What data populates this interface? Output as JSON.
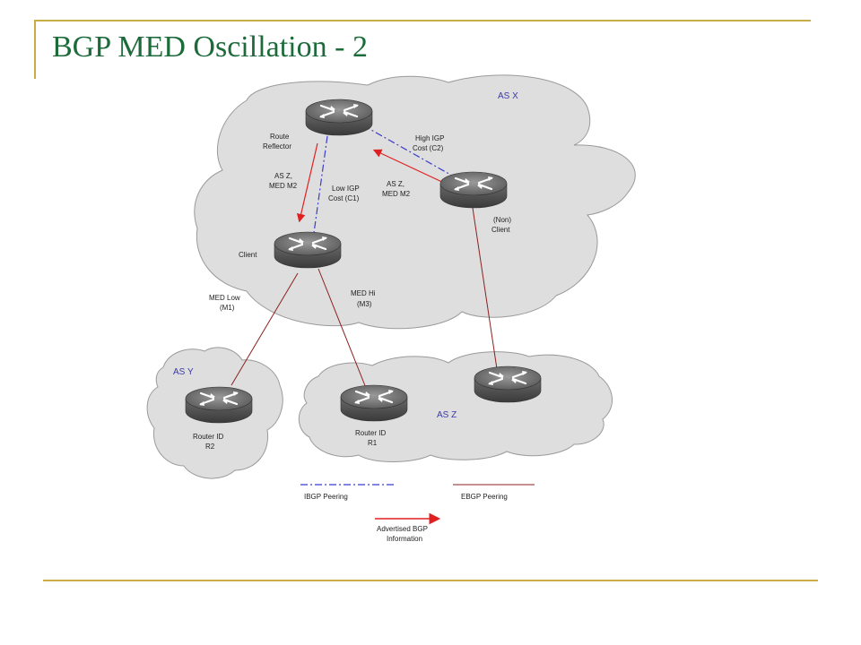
{
  "slide": {
    "title": "BGP MED Oscillation - 2"
  },
  "diagram": {
    "as_labels": {
      "as_x": "AS X",
      "as_y": "AS Y",
      "as_z": "AS Z"
    },
    "routers": {
      "route_reflector": [
        "Route",
        "Reflector"
      ],
      "client": [
        "Client"
      ],
      "non_client": [
        "(Non)",
        "Client"
      ],
      "r2": [
        "Router ID",
        "R2"
      ],
      "r1": [
        "Router ID",
        "R1"
      ]
    },
    "annotations": {
      "high_igp": [
        "High IGP",
        "Cost (C2)"
      ],
      "low_igp": [
        "Low IGP",
        "Cost (C1)"
      ],
      "adv_rr_to_client": [
        "AS Z,",
        "MED M2"
      ],
      "adv_nc_to_rr": [
        "AS Z,",
        "MED M2"
      ],
      "med_low": [
        "MED Low",
        "(M1)"
      ],
      "med_hi": [
        "MED Hi",
        "(M3)"
      ]
    },
    "legend": {
      "ibgp": "IBGP Peering",
      "ebgp": "EBGP Peering",
      "advertised": [
        "Advertised BGP",
        "Information"
      ]
    },
    "colors": {
      "ibgp_line": "#3b3bd0",
      "ebgp_line": "#8b2020",
      "advert_arrow": "#e02020",
      "cloud_fill": "#dedede",
      "title": "#1d6b3a",
      "rule": "#c8ac45"
    }
  }
}
